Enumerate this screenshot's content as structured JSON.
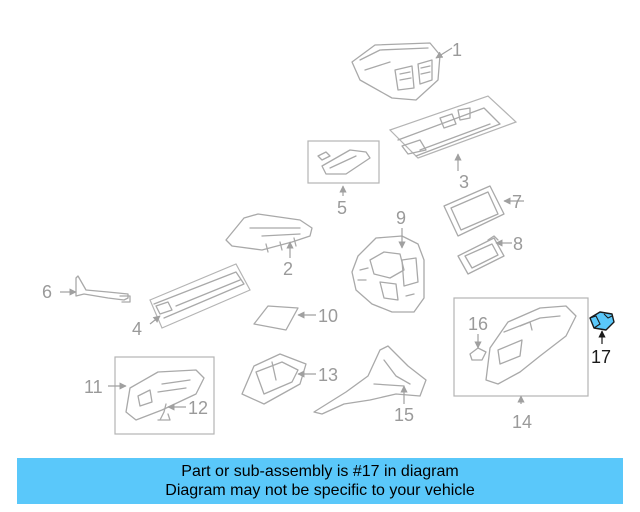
{
  "diagram": {
    "callouts": {
      "c1": "1",
      "c2": "2",
      "c3": "3",
      "c4": "4",
      "c5": "5",
      "c6": "6",
      "c7": "7",
      "c8": "8",
      "c9": "9",
      "c10": "10",
      "c11": "11",
      "c12": "12",
      "c13": "13",
      "c14": "14",
      "c15": "15",
      "c16": "16",
      "c17": "17"
    },
    "highlighted_part": "17",
    "highlight_color": "#5ac8fa",
    "line_color": "#a9a9a9"
  },
  "banner": {
    "line1": "Part or sub-assembly is #17 in diagram",
    "line2": "Diagram may not be specific to your vehicle",
    "background": "#5ac8fa"
  }
}
